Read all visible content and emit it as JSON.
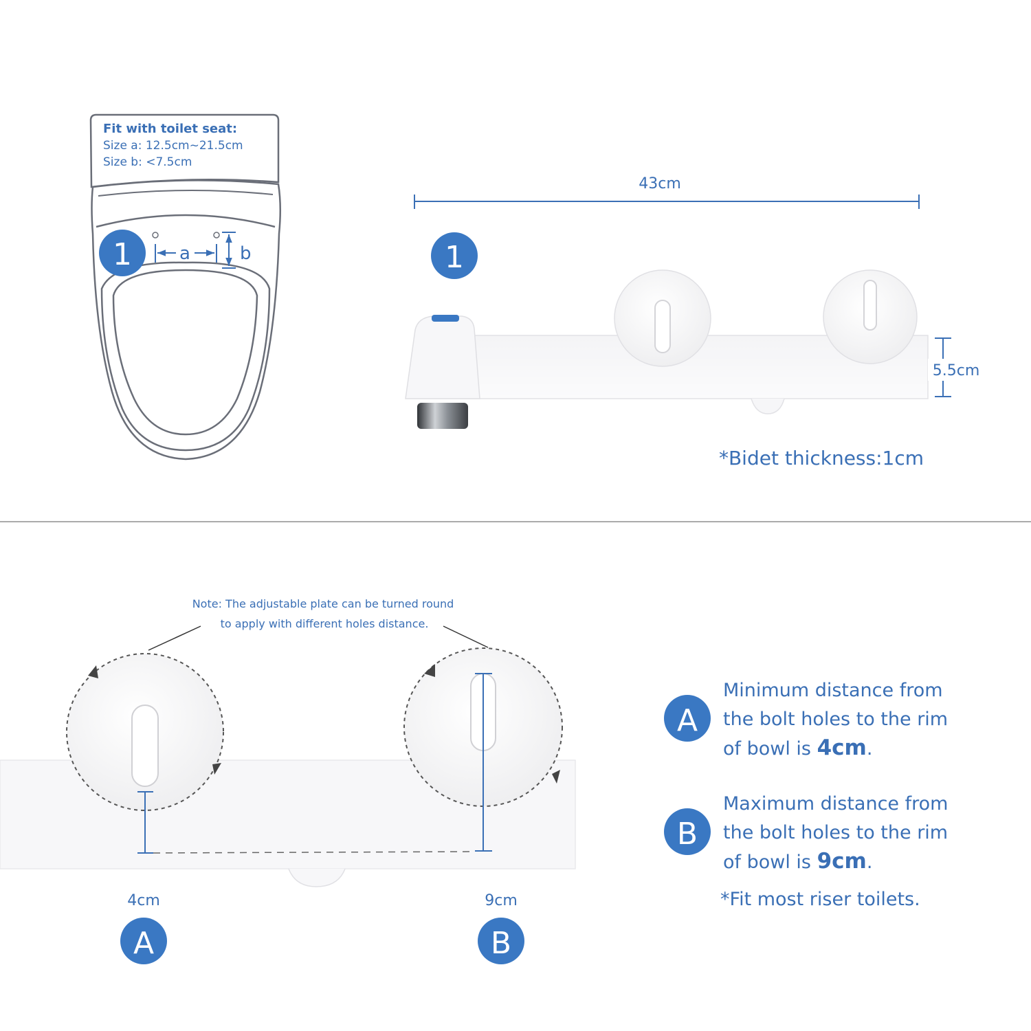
{
  "seat_card": {
    "title": "Fit with toilet seat:",
    "size_a": "Size a:  12.5cm~21.5cm",
    "size_b": "Size b:  <7.5cm"
  },
  "seat_diagram": {
    "badge": "1",
    "label_a": "a",
    "label_b": "b"
  },
  "bidet_top": {
    "badge": "1",
    "length": "43cm",
    "height": "5.5cm",
    "thickness_note": "*Bidet thickness:1cm"
  },
  "plate_diagram": {
    "note_line1": "Note: The adjustable plate can be turned round",
    "note_line2": "to apply with different holes distance.",
    "left_measure": "4cm",
    "right_measure": "9cm",
    "left_badge": "A",
    "right_badge": "B"
  },
  "info": {
    "a_badge": "A",
    "a_line1": "Minimum distance from",
    "a_line2": "the bolt holes to the rim",
    "a_line3_prefix": "of bowl is ",
    "a_value": "4cm",
    "a_suffix": ".",
    "b_badge": "B",
    "b_line1": "Maximum distance from",
    "b_line2": "the bolt holes  to the rim",
    "b_line3_prefix": "of bowl is ",
    "b_value": "9cm",
    "b_suffix": ".",
    "fit_note": "*Fit most riser toilets."
  },
  "colors": {
    "accent": "#3a6fb5",
    "badge": "#3a78c3",
    "outline": "#6a6e78",
    "divider": "#8f8f8f"
  }
}
